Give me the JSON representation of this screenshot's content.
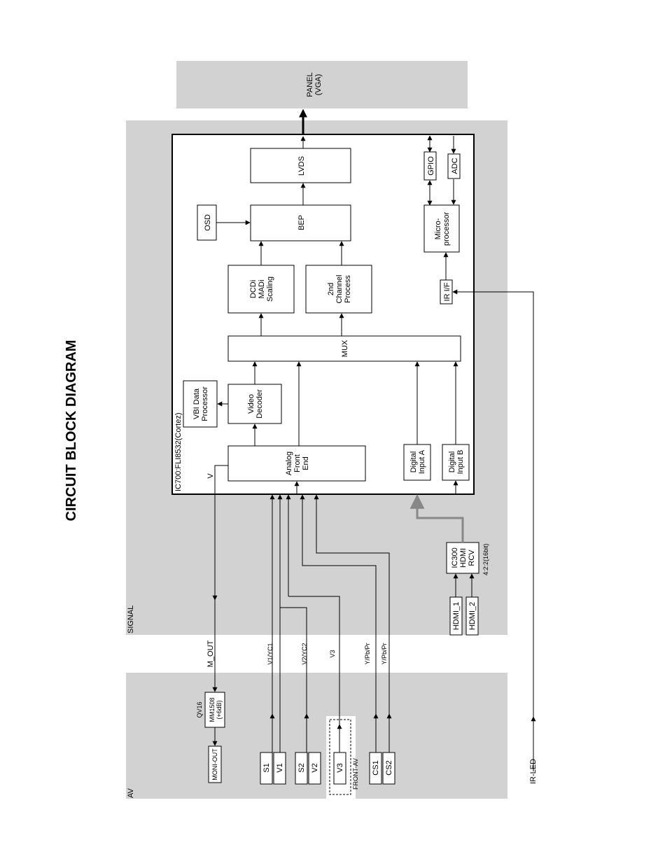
{
  "title": "CIRCUIT BLOCK DIAGRAM",
  "sections": {
    "signal": "SIGNAL",
    "av": "AV"
  },
  "panel": "PANEL\n(VGA)",
  "ic_label": "IC700:FLI8532(Cortez)",
  "blocks": {
    "analog_front_end": "Analog\nFront\nEnd",
    "video_decoder": "Video\nDecoder",
    "vbi": "VBI Data\nProcessor",
    "mux": "MUX",
    "dcdi": "DCDi\nMADi\nScaling",
    "second_channel": "2nd\nChannel\nProcess",
    "bep": "BEP",
    "osd": "OSD",
    "lvds": "LVDS",
    "micro": "Micro-\nprocessor",
    "ir_if": "IR I/F",
    "gpio": "GPIO",
    "adc": "ADC",
    "digital_a": "Digital\nInput A",
    "digital_b": "Digital\nInput B",
    "hdmi_rcv": "IC300\nHDMI\nRCV",
    "hdmi_format": "4:2:2(16bit)",
    "hdmi1": "HDMI_1",
    "hdmi2": "HDMI_2",
    "v_label": "V",
    "amp": "MM1508\n(+6dB)",
    "amp_ref": "QV16",
    "moni_out": "MONI-OUT"
  },
  "connectors": {
    "s1": "S1",
    "v1": "V1",
    "s2": "S2",
    "v2": "V2",
    "v3": "V3",
    "cs1": "CS1",
    "cs2": "CS2",
    "front_av": "FRONT-AV",
    "ir_led": "IR-LED"
  },
  "signals": {
    "m_out": "M_OUT",
    "v1yc1": "V1/YC1",
    "v2yc2": "V2/YC2",
    "v3": "V3",
    "ypbpr1": "Y/Pb/Pr",
    "ypbpr2": "Y/Pb/Pr"
  }
}
